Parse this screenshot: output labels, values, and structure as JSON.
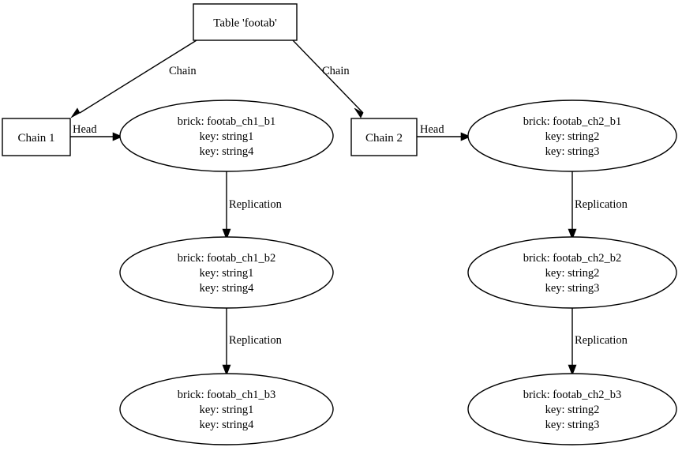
{
  "diagram": {
    "title_node": {
      "label": "Table 'footab'"
    },
    "chains": [
      {
        "box_label": "Chain 1",
        "chain_edge_label": "Chain",
        "head_edge_label": "Head",
        "replication_edge_label": "Replication",
        "bricks": [
          {
            "brick": "brick: footab_ch1_b1",
            "key1": "key: string1",
            "key2": "key: string4"
          },
          {
            "brick": "brick: footab_ch1_b2",
            "key1": "key: string1",
            "key2": "key: string4"
          },
          {
            "brick": "brick: footab_ch1_b3",
            "key1": "key: string1",
            "key2": "key: string4"
          }
        ]
      },
      {
        "box_label": "Chain 2",
        "chain_edge_label": "Chain",
        "head_edge_label": "Head",
        "replication_edge_label": "Replication",
        "bricks": [
          {
            "brick": "brick: footab_ch2_b1",
            "key1": "key: string2",
            "key2": "key: string3"
          },
          {
            "brick": "brick: footab_ch2_b2",
            "key1": "key: string2",
            "key2": "key: string3"
          },
          {
            "brick": "brick: footab_ch2_b3",
            "key1": "key: string2",
            "key2": "key: string3"
          }
        ]
      }
    ],
    "colors": {
      "stroke": "#000000",
      "fill": "#ffffff",
      "text": "#000000"
    }
  }
}
